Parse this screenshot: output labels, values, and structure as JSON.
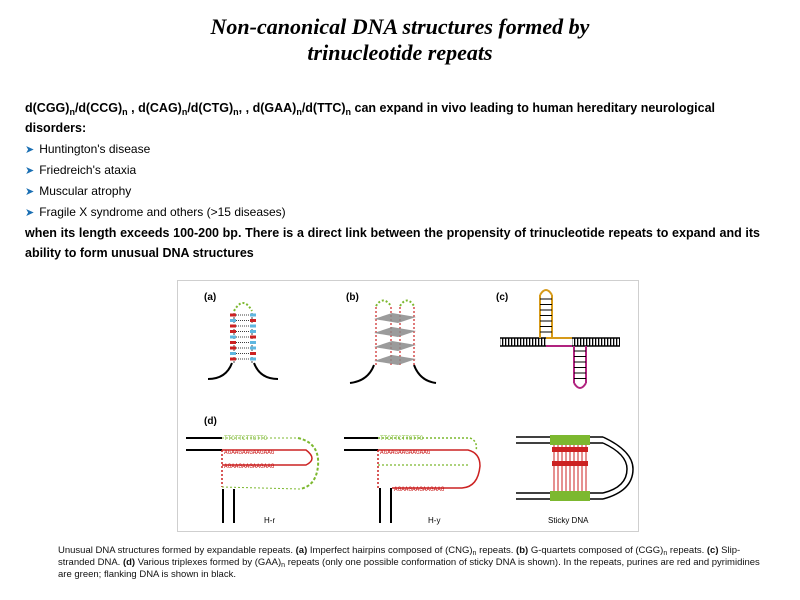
{
  "title_line1": "Non-canonical DNA structures formed by",
  "title_line2": "trinucleotide repeats",
  "intro": {
    "formula1_base": "d(CGG)",
    "formula1_mid": "/d(CCG)",
    "formula2_base": ", d(CAG)",
    "formula2_mid": "/d(CTG)",
    "formula3_base": ", d(GAA)",
    "formula3_mid": "/d(TTC)",
    "sub_n": "n",
    "sep": ",",
    "tail": "can expand  in vivo leading to human hereditary neurological disorders:"
  },
  "disorders": [
    "Huntington's disease",
    "Friedreich's ataxia",
    "Muscular atrophy",
    "Fragile X syndrome and others (>15 diseases)"
  ],
  "conclusion": "when its length exceeds 100-200  bp. There is a direct link between the propensity of trinucleotide repeats to expand and its ability to form unusual DNA structures",
  "figure": {
    "panel_a": "(a)",
    "panel_b": "(b)",
    "panel_c": "(c)",
    "panel_d": "(d)",
    "label_hr": "H-r",
    "label_hy": "H-y",
    "label_sticky": "Sticky DNA",
    "seq_red": "AGAAGAAGAAGAAG",
    "seq_green": "TTCTTCTTCTTC",
    "colors": {
      "purine": "#cc2222",
      "pyrimidine": "#7cb82f",
      "flanking": "#000000",
      "quartet": "#8a8a8a",
      "c_panel_orange": "#d69a1a",
      "c_panel_magenta": "#b0237f",
      "c_panel_cyan": "#5fb7e0"
    }
  },
  "caption": {
    "p1": "Unusual DNA structures formed by expandable repeats. ",
    "a": "(a)",
    "p2": " Imperfect hairpins composed of (CNG)",
    "p3": " repeats. ",
    "b": "(b)",
    "p4": " G-quartets composed of (CGG)",
    "p5": " repeats. ",
    "c": "(c)",
    "p6": " Slip-stranded DNA. ",
    "d": "(d)",
    "p7": " Various triplexes formed by (GAA)",
    "p8": " repeats (only one possible conformation of sticky DNA is shown). In the repeats, purines are red and pyrimidines are green; flanking DNA is shown in black.",
    "sub_n": "n"
  }
}
